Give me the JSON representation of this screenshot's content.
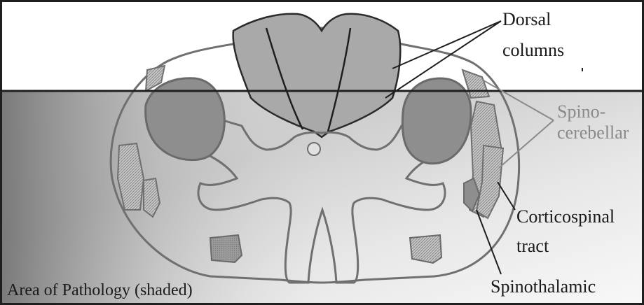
{
  "labels": {
    "dorsal_line1": "Dorsal",
    "dorsal_line2": "columns",
    "spino_line1": "Spino-",
    "spino_line2": "cerebellar",
    "cortico_line1": "Corticospinal",
    "cortico_line2": "tract",
    "spinothalamic": "Spinothalamic",
    "pathology": "Area of Pathology (shaded)"
  },
  "colors": {
    "outline": "#707070",
    "tract_dark": "#8e8e8e",
    "dorsal_fill": "#a9a9a9",
    "hatch": "#bdbdbd",
    "label_text": "#1a1a1a",
    "label_gray": "#8a8a8a",
    "pathology_top": "#f4f4f4",
    "pathology_dark": "#6e6e6e"
  }
}
